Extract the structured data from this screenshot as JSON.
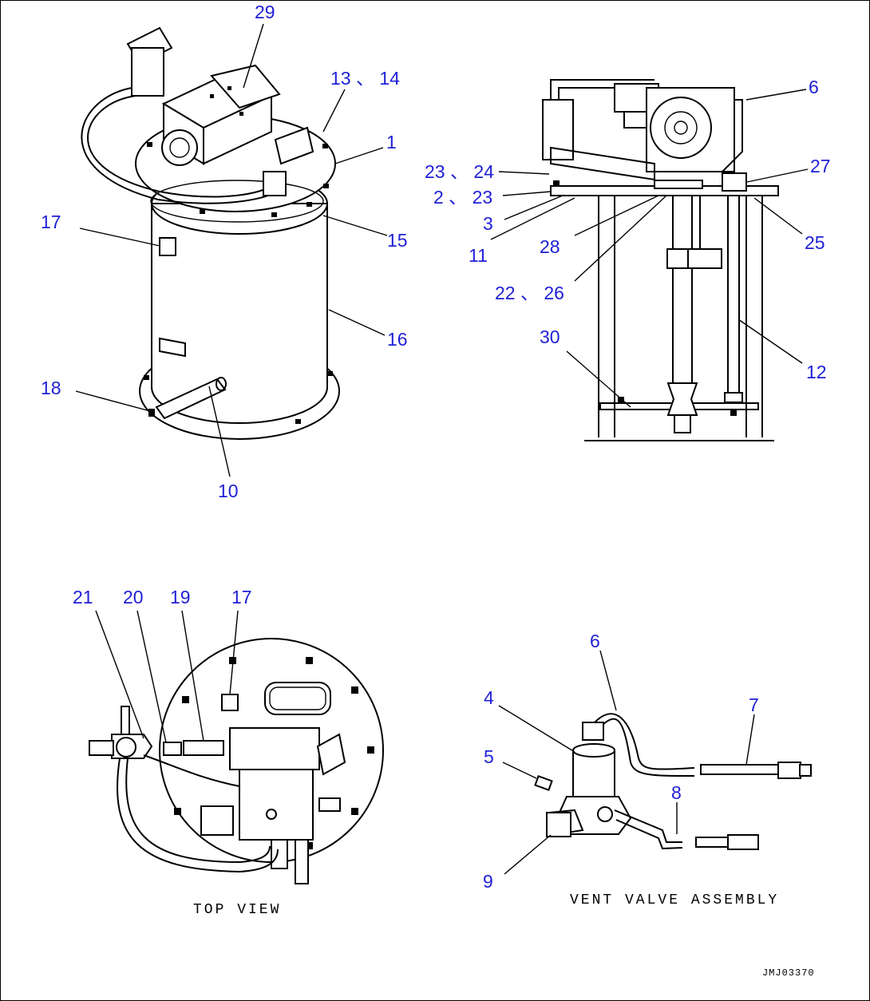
{
  "callouts": {
    "c29": "29",
    "c13_14": "13 、 14",
    "c1": "1",
    "c15": "15",
    "c17a": "17",
    "c16": "16",
    "c18": "18",
    "c10": "10",
    "c6a": "6",
    "c23_24": "23 、 24",
    "c27": "27",
    "c2_23": "2 、 23",
    "c3": "3",
    "c11": "11",
    "c28": "28",
    "c25": "25",
    "c22_26": "22 、 26",
    "c30": "30",
    "c12": "12",
    "c21": "21",
    "c20": "20",
    "c19": "19",
    "c17b": "17",
    "c6b": "6",
    "c4": "4",
    "c7": "7",
    "c5": "5",
    "c8": "8",
    "c9": "9"
  },
  "captions": {
    "top_view": "TOP VIEW",
    "vent_valve_assembly": "VENT VALVE ASSEMBLY"
  },
  "drawing_code": "JMJ03370",
  "colors": {
    "callout": "#1f1fd6",
    "linework": "#000000",
    "background": "#ffffff"
  }
}
